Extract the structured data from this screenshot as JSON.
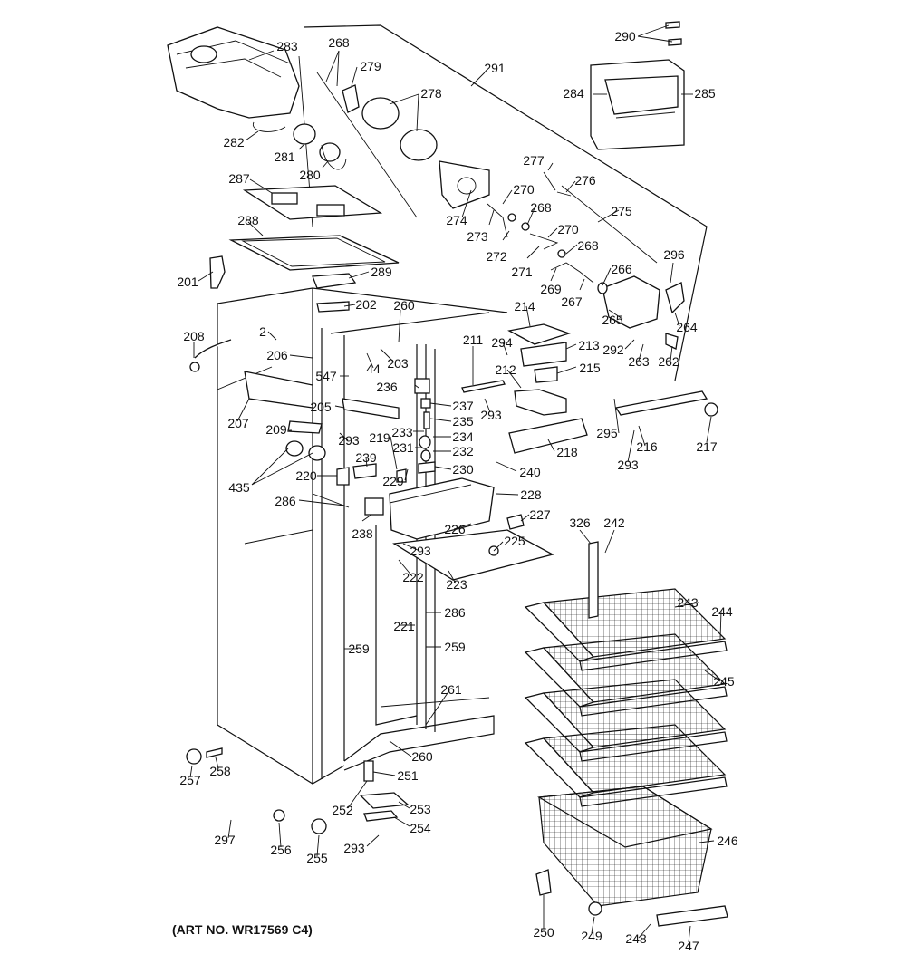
{
  "caption": "(ART NO. WR17569 C4)",
  "callouts": {
    "c283": "283",
    "c268a": "268",
    "c279": "279",
    "c291": "291",
    "c290": "290",
    "c278": "278",
    "c284": "284",
    "c285": "285",
    "c282": "282",
    "c281": "281",
    "c280": "280",
    "c277": "277",
    "c276": "276",
    "c287": "287",
    "c274": "274",
    "c270a": "270",
    "c275": "275",
    "c268b": "268",
    "c273": "273",
    "c288": "288",
    "c272": "272",
    "c270b": "270",
    "c268c": "268",
    "c296": "296",
    "c271": "271",
    "c266": "266",
    "c201": "201",
    "c289": "289",
    "c269": "269",
    "c267": "267",
    "c260a": "260",
    "c202": "202",
    "c214": "214",
    "c265": "265",
    "c264": "264",
    "c2": "2",
    "c208": "208",
    "c211": "211",
    "c294": "294",
    "c213": "213",
    "c292": "292",
    "c206": "206",
    "c203": "203",
    "c263": "263",
    "c262": "262",
    "c44": "44",
    "c212": "212",
    "c215": "215",
    "c547": "547",
    "c236": "236",
    "c205": "205",
    "c237": "237",
    "c293a": "293",
    "c295": "295",
    "c216": "216",
    "c217": "217",
    "c235": "235",
    "c207": "207",
    "c209": "209",
    "c233": "233",
    "c234": "234",
    "c218": "218",
    "c293b": "293",
    "c293c": "293",
    "c219": "219",
    "c231": "231",
    "c232": "232",
    "c239": "239",
    "c240": "240",
    "c220": "220",
    "c229": "229",
    "c230": "230",
    "c435": "435",
    "c228": "228",
    "c286a": "286",
    "c227": "227",
    "c326": "326",
    "c242": "242",
    "c226": "226",
    "c238": "238",
    "c225": "225",
    "c293d": "293",
    "c222": "222",
    "c223": "223",
    "c243": "243",
    "c244": "244",
    "c286b": "286",
    "c221": "221",
    "c259a": "259",
    "c259b": "259",
    "c245": "245",
    "c261": "261",
    "c260b": "260",
    "c251": "251",
    "c257": "257",
    "c258": "258",
    "c252": "252",
    "c253": "253",
    "c246": "246",
    "c297": "297",
    "c254": "254",
    "c293e": "293",
    "c256": "256",
    "c255": "255",
    "c250": "250",
    "c249": "249",
    "c248": "248",
    "c247": "247"
  }
}
